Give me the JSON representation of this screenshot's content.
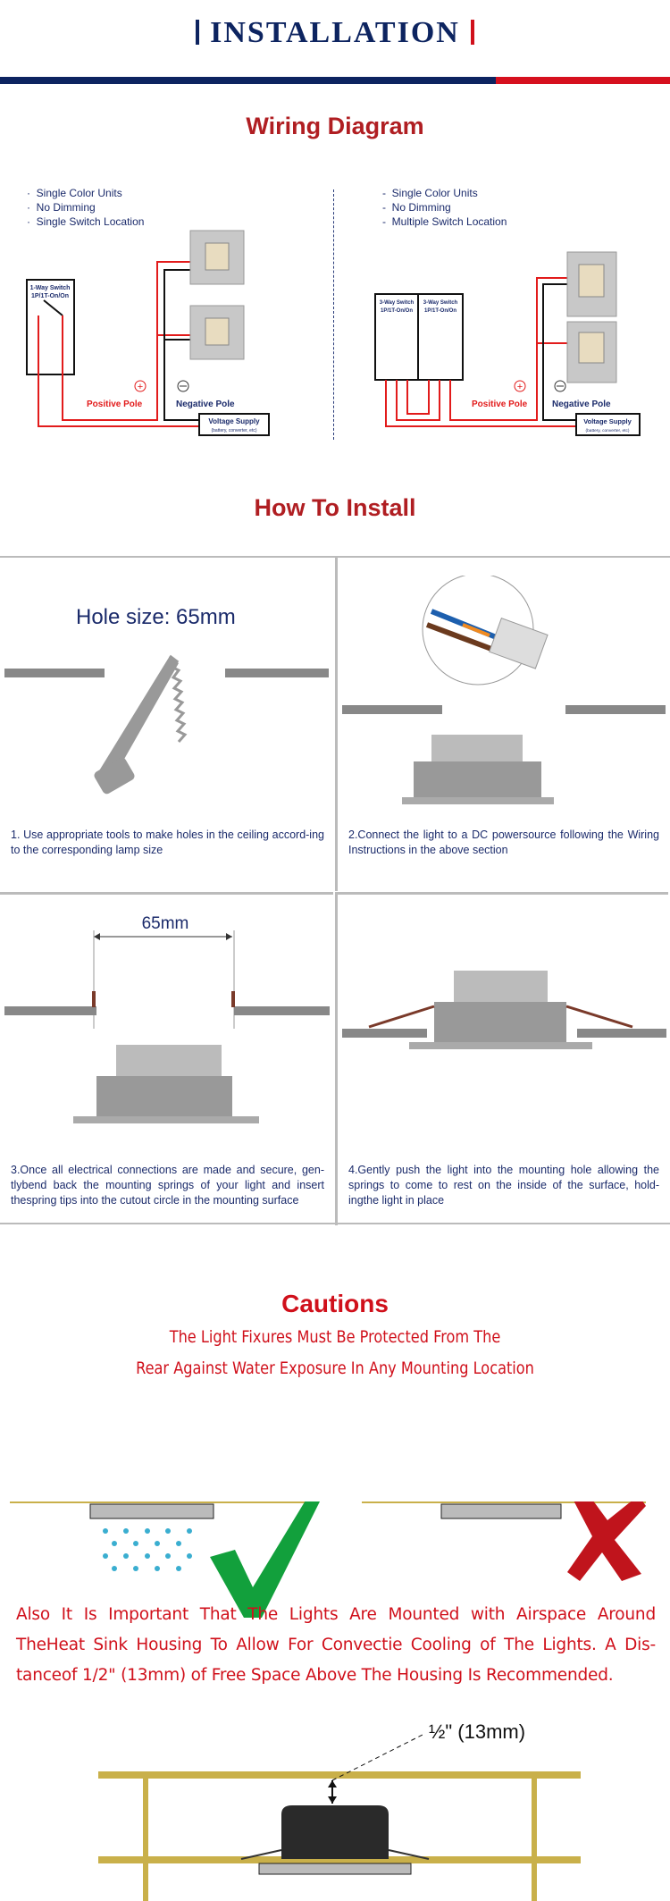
{
  "header": {
    "title": "INSTALLATION"
  },
  "wiring": {
    "heading": "Wiring Diagram",
    "left": {
      "bullets": [
        "Single Color Units",
        "No Dimming",
        "Single Switch Location"
      ],
      "switch_label_1": "1-Way Switch",
      "switch_label_2": "1P/1T-On/On"
    },
    "right": {
      "bullets": [
        "Single Color Units",
        "No Dimming",
        "Multiple Switch Location"
      ],
      "switch_label_1": "3-Way Switch",
      "switch_label_2": "1P/1T-On/On"
    },
    "positive": "Positive Pole",
    "negative": "Negative Pole",
    "supply": "Voltage Supply",
    "supply_sub": "(battery, converter, etc)"
  },
  "install": {
    "heading": "How To Install",
    "hole_size": "Hole size: 65mm",
    "dim": "65mm",
    "steps": [
      "1. Use appropriate tools to make holes in the ceiling accord-ing to the corresponding lamp size",
      "2.Connect the light to a DC powersource following the Wiring Instructions in the above section",
      "3.Once all electrical connections are made and secure, gen-tlybend back the mounting springs of your light and insert thespring tips into the cutout circle in the mounting surface",
      "4.Gently push the light into the mounting hole allowing the springs to come to rest on the inside of the surface, hold-ingthe light in place"
    ]
  },
  "cautions": {
    "heading": "Cautions",
    "line1": "The Light Fixures Must Be Protected From The",
    "line2": "Rear Against Water Exposure In Any Mounting Location",
    "paragraph": "Also It Is Important That The Lights Are Mounted with Airspace Around TheHeat Sink Housing To Allow For Convectie Cooling of The Lights. A Dis-tanceof 1/2\" (13mm) of Free Space Above The Housing Is Recommended.",
    "clearance": "½\" (13mm)"
  },
  "colors": {
    "navy": "#0d2460",
    "red": "#d0101b",
    "gold": "#c9b04a",
    "green": "#12a03c"
  }
}
